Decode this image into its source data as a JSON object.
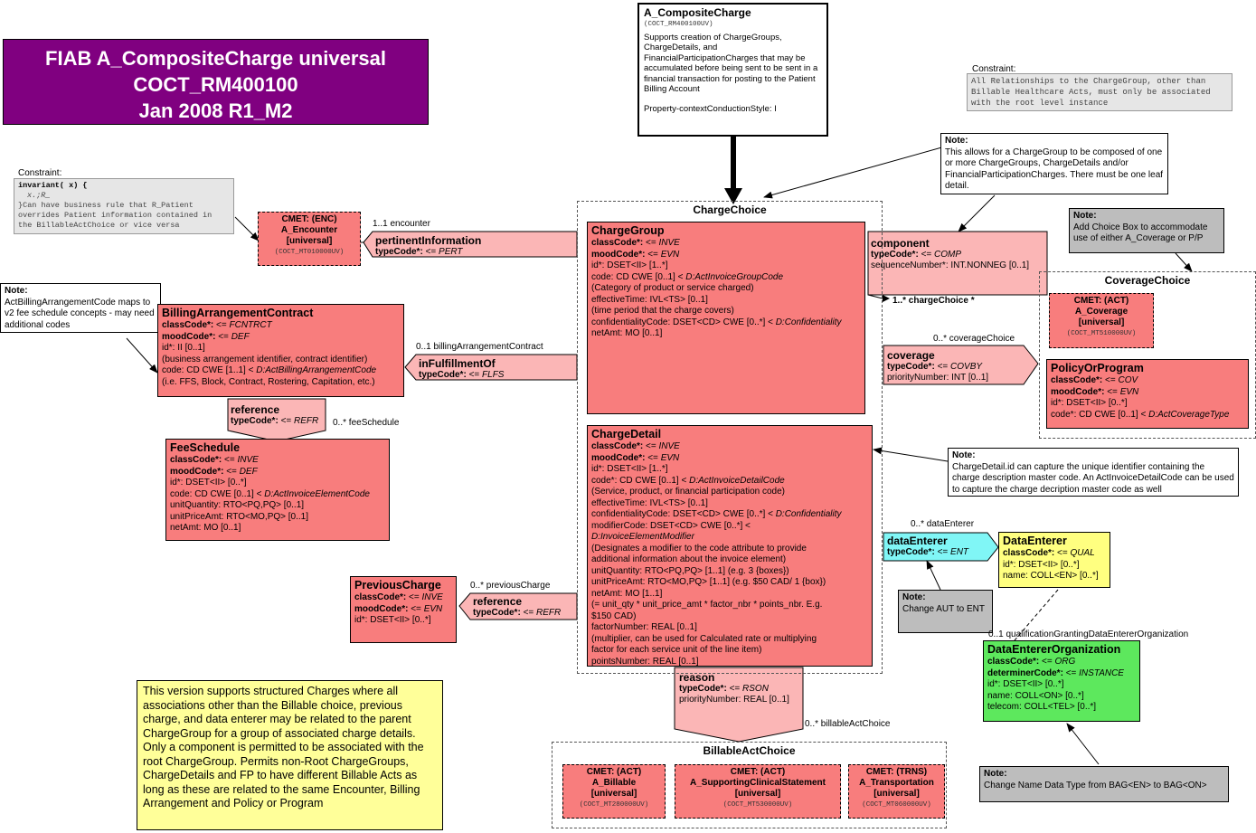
{
  "title": {
    "line1": "FIAB A_CompositeCharge universal",
    "line2": "COCT_RM400100",
    "line3": "Jan 2008 R1_M2"
  },
  "entry": {
    "name": "A_CompositeCharge",
    "id": "(COCT_RM400100UV)",
    "desc": "Supports creation of ChargeGroups, ChargeDetails, and FinancialParticipationCharges that may be accumulated before being sent to be sent in a financial transaction for posting to the Patient Billing Account",
    "style": "Property-contextConductionStyle: I"
  },
  "constraint_top": {
    "label": "Constraint:",
    "text": "All Relationships to the ChargeGroup, other than Billable Healthcare Acts, must only be associated with the root level instance"
  },
  "constraint_left": {
    "label": "Constraint:",
    "line1": "invariant( x) {",
    "line2": "x.;R_",
    "line3": "}Can have business rule that R_Patient overrides Patient information contained in the BillableActChoice or vice versa"
  },
  "notes": {
    "chargegroup": {
      "title": "Note:",
      "text": "This allows for a ChargeGroup to be composed of one or more ChargeGroups, ChargeDetails and/or FinancialParticipationCharges. There must be one leaf detail."
    },
    "choicebox": {
      "title": "Note:",
      "text": "Add Choice Box to accommodate use of either A_Coverage or P/P"
    },
    "billing": {
      "title": "Note:",
      "text": "ActBillingArrangementCode maps to v2 fee schedule concepts  - may need additional codes"
    },
    "chargedetail": {
      "title": "Note:",
      "text": "ChargeDetail.id can capture the unique identifier containing the charge description master code. An ActInvoiceDetailCode can be used to capture the charge decription master code as well"
    },
    "aut": {
      "title": "Note:",
      "text": "Change AUT to ENT"
    },
    "name": {
      "title": "Note:",
      "text": "Change Name Data Type from BAG<EN> to BAG<ON>"
    }
  },
  "version_note": "This version supports structured Charges where all associations other than the Billable choice, previous charge, and data enterer may be related to the parent ChargeGroup for a group of associated charge details. Only a component is permitted to be associated with the root ChargeGroup.  Permits non-Root ChargeGroups, ChargeDetails and FP to have different Billable Acts as long as these are related to the same Encounter, Billing Arrangement and Policy or Program",
  "choices": {
    "charge": "ChargeChoice",
    "coverage": "CoverageChoice",
    "billable": "BillableActChoice"
  },
  "classes": {
    "chargegroup": {
      "name": "ChargeGroup",
      "attrs": [
        {
          "b": "classCode*: ",
          "r": "<= ",
          "i": "INVE"
        },
        {
          "b": "moodCode*: ",
          "r": "<= ",
          "i": "EVN"
        },
        {
          "r": "id*: DSET<II> [1..*]"
        },
        {
          "r": "code: CD CWE [0..1] < ",
          "i": "D:ActInvoiceGroupCode"
        },
        {
          "r": " (Category of product or service charged)"
        },
        {
          "r": "effectiveTime: IVL<TS> [0..1]"
        },
        {
          "r": " (time period that the charge covers)"
        },
        {
          "r": "confidentialityCode: DSET<CD> CWE [0..*] < ",
          "i": "D:Confidentiality"
        },
        {
          "r": "netAmt: MO [0..1]"
        }
      ]
    },
    "chargedetail": {
      "name": "ChargeDetail",
      "attrs": [
        {
          "b": "classCode*: ",
          "r": "<= ",
          "i": "INVE"
        },
        {
          "b": "moodCode*: ",
          "r": "<= ",
          "i": "EVN"
        },
        {
          "r": "id*: DSET<II> [1..*]"
        },
        {
          "r": "code*: CD CWE [0..1] < ",
          "i": "D:ActInvoiceDetailCode"
        },
        {
          "r": " (Service, product, or financial participation code)"
        },
        {
          "r": "effectiveTime: IVL<TS> [0..1]"
        },
        {
          "r": "confidentialityCode: DSET<CD> CWE [0..*] < ",
          "i": "D:Confidentiality"
        },
        {
          "r": "modifierCode: DSET<CD> CWE [0..*] <"
        },
        {
          "i": "D:InvoiceElementModifier"
        },
        {
          "r": " (Designates a modifier to the code attribute to provide"
        },
        {
          "r": " additional information about the invoice element)"
        },
        {
          "r": "unitQuantity: RTO<PQ,PQ> [1..1] (e.g. 3 {boxes})"
        },
        {
          "r": "unitPriceAmt: RTO<MO,PQ> [1..1] (e.g. $50 CAD/ 1 {box})"
        },
        {
          "r": "netAmt: MO [1..1]"
        },
        {
          "r": " (= unit_qty * unit_price_amt * factor_nbr * points_nbr. E.g."
        },
        {
          "r": " $150 CAD)"
        },
        {
          "r": "factorNumber: REAL [0..1]"
        },
        {
          "r": " (multiplier, can be used for Calculated rate or multiplying"
        },
        {
          "r": " factor for each service unit of the line item)"
        },
        {
          "r": "pointsNumber: REAL [0..1]"
        }
      ]
    },
    "billing": {
      "name": "BillingArrangementContract",
      "attrs": [
        {
          "b": "classCode*: ",
          "r": "<= ",
          "i": "FCNTRCT"
        },
        {
          "b": "moodCode*: ",
          "r": "<= ",
          "i": "DEF"
        },
        {
          "r": "id*: II [0..1]"
        },
        {
          "r": " (business arrangement identifier, contract identifier)"
        },
        {
          "r": "code: CD CWE [1..1] < ",
          "i": "D:ActBillingArrangementCode"
        },
        {
          "r": " (i.e. FFS, Block, Contract, Rostering, Capitation, etc.)"
        }
      ]
    },
    "feeschedule": {
      "name": "FeeSchedule",
      "attrs": [
        {
          "b": "classCode*: ",
          "r": "<= ",
          "i": "INVE"
        },
        {
          "b": "moodCode*: ",
          "r": "<= ",
          "i": "DEF"
        },
        {
          "r": "id*: DSET<II> [0..*]"
        },
        {
          "r": "code: CD CWE [0..1] < ",
          "i": "D:ActInvoiceElementCode"
        },
        {
          "r": "unitQuantity: RTO<PQ,PQ> [0..1]"
        },
        {
          "r": "unitPriceAmt: RTO<MO,PQ> [0..1]"
        },
        {
          "r": "netAmt: MO [0..1]"
        }
      ]
    },
    "previouscharge": {
      "name": "PreviousCharge",
      "attrs": [
        {
          "b": "classCode*: ",
          "r": "<= ",
          "i": "INVE"
        },
        {
          "b": "moodCode*: ",
          "r": "<= ",
          "i": "EVN"
        },
        {
          "r": "id*: DSET<II> [0..*]"
        }
      ]
    },
    "policy": {
      "name": "PolicyOrProgram",
      "attrs": [
        {
          "b": "classCode*: ",
          "r": "<= ",
          "i": "COV"
        },
        {
          "b": "moodCode*: ",
          "r": "<= ",
          "i": "EVN"
        },
        {
          "r": "id*: DSET<II> [0..*]"
        },
        {
          "r": "code*: CD CWE [0..1] < ",
          "i": "D:ActCoverageType"
        }
      ]
    },
    "dataenterer": {
      "name": "DataEnterer",
      "attrs": [
        {
          "b": "classCode*: ",
          "r": "<= ",
          "i": "QUAL"
        },
        {
          "r": "id*: DSET<II> [0..*]"
        },
        {
          "r": "name: COLL<EN> [0..*]"
        }
      ]
    },
    "dataentererorg": {
      "name": "DataEntererOrganization",
      "attrs": [
        {
          "b": "classCode*: ",
          "r": "<= ",
          "i": "ORG"
        },
        {
          "b": "determinerCode*: ",
          "r": "<= ",
          "i": "INSTANCE"
        },
        {
          "r": "id*: DSET<II> [0..*]"
        },
        {
          "r": "name: COLL<ON> [0..*]"
        },
        {
          "r": "telecom: COLL<TEL> [0..*]"
        }
      ]
    }
  },
  "cmets": {
    "encounter": {
      "head": "CMET: (ENC)",
      "name": "A_Encounter",
      "sub": "[universal]",
      "id": "(COCT_MT010000UV)"
    },
    "coverage": {
      "head": "CMET: (ACT)",
      "name": "A_Coverage",
      "sub": "[universal]",
      "id": "(COCT_MT510000UV)"
    },
    "billable": {
      "head": "CMET: (ACT)",
      "name": "A_Billable",
      "sub": "[universal]",
      "id": "(COCT_MT280000UV)"
    },
    "supporting": {
      "head": "CMET: (ACT)",
      "name": "A_SupportingClinicalStatement",
      "sub": "[universal]",
      "id": "(COCT_MT530000UV)"
    },
    "transport": {
      "head": "CMET: (TRNS)",
      "name": "A_Transportation",
      "sub": "[universal]",
      "id": "(COCT_MT060000UV)"
    }
  },
  "relations": {
    "pertinent": {
      "name": "pertinentInformation",
      "attr_b": "typeCode*: ",
      "attr_r": "<= ",
      "attr_i": "PERT",
      "card": "1..1 encounter"
    },
    "infulfillment": {
      "name": "inFulfillmentOf",
      "attr_b": "typeCode*: ",
      "attr_r": "<= ",
      "attr_i": "FLFS",
      "card": "0..1 billingArrangementContract"
    },
    "reference_fee": {
      "name": "reference",
      "attr_b": "typeCode*: ",
      "attr_r": "<= ",
      "attr_i": "REFR",
      "card": "0..* feeSchedule"
    },
    "reference_prev": {
      "name": "reference",
      "attr_b": "typeCode*: ",
      "attr_r": "<= ",
      "attr_i": "REFR",
      "card": "0..* previousCharge"
    },
    "component": {
      "name": "component",
      "attr_b": "typeCode*: ",
      "attr_r": "<= ",
      "attr_i": "COMP",
      "attr2": "sequenceNumber*: INT.NONNEG [0..1]",
      "card": "1..* chargeChoice  *"
    },
    "coverage": {
      "name": "coverage",
      "attr_b": "typeCode*: ",
      "attr_r": "<= ",
      "attr_i": "COVBY",
      "attr2": "priorityNumber: INT [0..1]",
      "card": "0..* coverageChoice"
    },
    "dataenterer": {
      "name": "dataEnterer",
      "attr_b": "typeCode*: ",
      "attr_r": "<= ",
      "attr_i": "ENT",
      "card": "0..* dataEnterer"
    },
    "reason": {
      "name": "reason",
      "attr_b": "typeCode*: ",
      "attr_r": "<= ",
      "attr_i": "RSON",
      "attr2": "priorityNumber: REAL [0..1]",
      "card": "0..* billableActChoice"
    },
    "qualification": {
      "card": "0..1 qualificationGrantingDataEntererOrganization"
    }
  }
}
